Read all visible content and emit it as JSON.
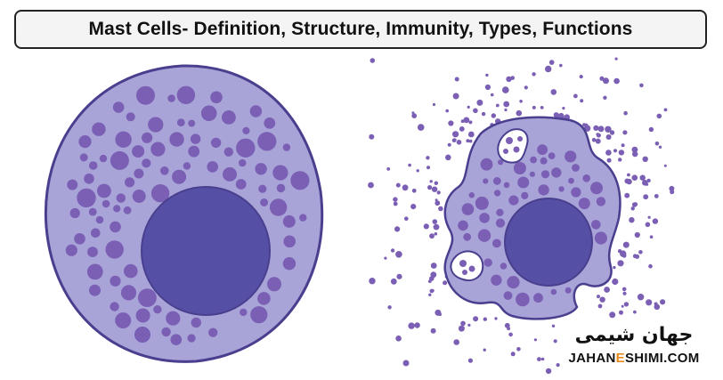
{
  "title": "Mast Cells- Definition, Structure, Immunity, Types, Functions",
  "colors": {
    "cytoplasm": "#a8a4d8",
    "cell_border": "#4a3f8e",
    "granule": "#7a5fb4",
    "nucleus": "#5550a6",
    "nucleus_border": "#4a3f8e",
    "vacuole_fill": "#ffffff",
    "logo_accent": "#e88a1a"
  },
  "logo": {
    "arabic": "جهان شیمی",
    "latin_left": "JAHAN",
    "latin_mid": "E",
    "latin_right": "SHIMI.COM"
  }
}
